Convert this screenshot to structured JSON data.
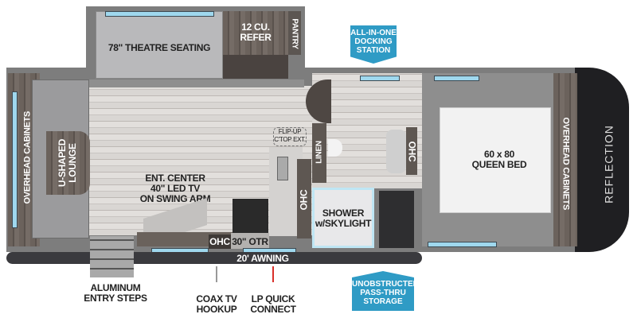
{
  "labels": {
    "theatre_seating": "78\" THEATRE SEATING",
    "refer": "12 CU.\nREFER",
    "pantry": "PANTRY",
    "overhead_cabinets_left": "OVERHEAD CABINETS",
    "u_lounge": "U-SHAPED\nLOUNGE",
    "ent_center": "ENT. CENTER\n40\" LED TV\nON SWING ARM",
    "flip_up": "FLIP-UP\nC'TOP EXT.",
    "ohc_kitchen": "OHC",
    "ohc_stove": "OHC",
    "otr": "30\" OTR",
    "linen": "LINEN",
    "ohc_bath": "OHC",
    "shower": "SHOWER\nw/SKYLIGHT",
    "queen_bed": "60 x 80\nQUEEN BED",
    "overhead_cabinets_right": "OVERHEAD CABINETS",
    "brand": "REFLECTION",
    "awning": "20' AWNING",
    "entry_steps": "ALUMINUM\nENTRY STEPS",
    "coax": "COAX TV\nHOOKUP",
    "lp": "LP QUICK\nCONNECT"
  },
  "callouts": {
    "docking": "ALL-IN-ONE\nDOCKING\nSTATION",
    "storage": "UNOBSTRUCTED\nPASS-THRU\nSTORAGE"
  },
  "colors": {
    "callout": "#2f9bc5",
    "lp_line": "#d9302a",
    "window": "#9fd8ee"
  }
}
